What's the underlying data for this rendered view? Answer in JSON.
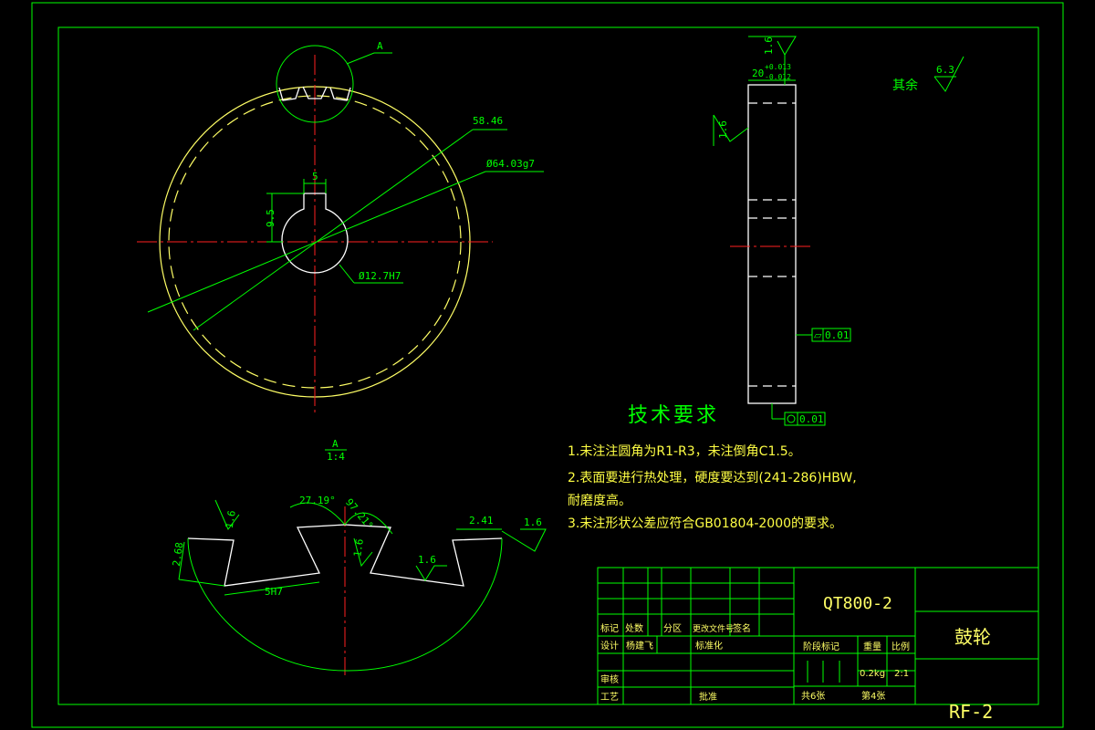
{
  "gear_view": {
    "detail_callout": "A",
    "dim_radius": "58.46",
    "dim_outer": "Ø64.03g7",
    "dim_key_width": "5",
    "dim_key_height": "9.5",
    "dim_bore": "Ø12.7H7"
  },
  "side_view": {
    "roughness_top": "1.6",
    "thickness": "20",
    "tol_upper": "+0.013",
    "tol_lower": "-0.012",
    "roughness_left": "1.6",
    "flatness": "0.01",
    "roundness": "0.01"
  },
  "other_roughness": {
    "label": "其余",
    "value": "6.3"
  },
  "detail_view": {
    "label": "A",
    "scale": "1:4",
    "angle_1": "27.19°",
    "angle_2": "97.21°",
    "rough_1": "1.6",
    "dim_depth": "2.68",
    "dim_width": "5H7",
    "rough_2": "1.6",
    "rough_3": "1.6",
    "dim_right": "2.41",
    "rough_4": "1.6"
  },
  "tech_req": {
    "title": "技术要求",
    "line1": "1.未注注圆角为R1-R3，未注倒角C1.5。",
    "line2": "2.表面要进行热处理，硬度要达到(241-286)HBW,",
    "line2b": "耐磨度高。",
    "line3": "3.未注形状公差应符合GB01804-2000的要求。"
  },
  "title_block": {
    "material": "QT800-2",
    "part_name": "鼓轮",
    "drawing_code": "RF-2",
    "col_marker": "标记",
    "col_count": "处数",
    "col_zone": "分区",
    "col_change_doc": "更改文件号",
    "col_sign": "签名",
    "row_design": "设计",
    "designer": "杨建飞",
    "row_standard": "标准化",
    "row_check": "审核",
    "row_process": "工艺",
    "row_approve": "批准",
    "stage_mark": "阶段标记",
    "weight_label": "重量",
    "scale_label": "比例",
    "weight": "0.2kg",
    "scale": "2:1",
    "sheets_total": "共6张",
    "sheet_no": "第4张"
  }
}
